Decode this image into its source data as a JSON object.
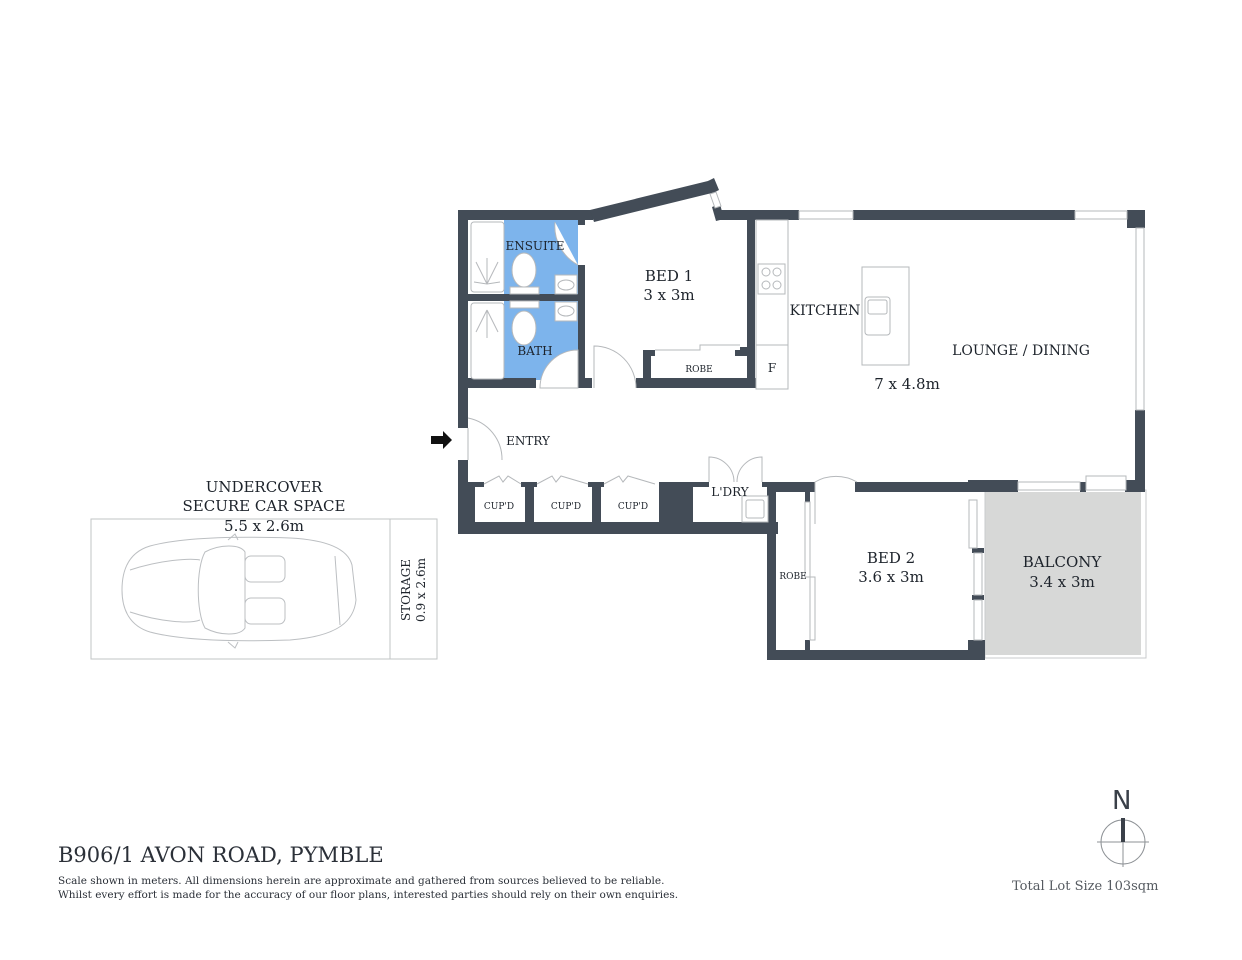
{
  "property": {
    "address": "B906/1 AVON ROAD, PYMBLE",
    "disclaimer_line1": "Scale shown in meters. All dimensions herein are approximate and gathered from sources believed to be  reliable.",
    "disclaimer_line2": "Whilst every effort is made for the accuracy of our floor plans, interested parties should rely on their own enquiries.",
    "total_lot_size": "Total Lot Size 103sqm"
  },
  "compass": {
    "label": "N"
  },
  "colors": {
    "wall": "#434c57",
    "wet_area": "#7db4ec",
    "balcony": "#d7d8d7",
    "fixture_line": "#b5b8bb"
  },
  "rooms": {
    "ensuite": {
      "name": "ENSUITE"
    },
    "bath": {
      "name": "BATH"
    },
    "bed1": {
      "name": "BED 1",
      "size": "3 x 3m"
    },
    "robe1": {
      "name": "ROBE"
    },
    "kitchen": {
      "name": "KITCHEN"
    },
    "fridge": {
      "name": "F"
    },
    "lounge": {
      "name": "LOUNGE / DINING",
      "size": "7 x 4.8m"
    },
    "entry": {
      "name": "ENTRY"
    },
    "cupd1": {
      "name": "CUP'D"
    },
    "cupd2": {
      "name": "CUP'D"
    },
    "cupd3": {
      "name": "CUP'D"
    },
    "laundry": {
      "name": "L'DRY"
    },
    "robe2": {
      "name": "ROBE"
    },
    "bed2": {
      "name": "BED 2",
      "size": "3.6 x 3m"
    },
    "balcony": {
      "name": "BALCONY",
      "size": "3.4 x 3m"
    }
  },
  "car_space": {
    "line1": "UNDERCOVER",
    "line2": "SECURE CAR SPACE",
    "size": "5.5 x 2.6m",
    "storage_name": "STORAGE",
    "storage_size": "0.9 x 2.6m"
  }
}
